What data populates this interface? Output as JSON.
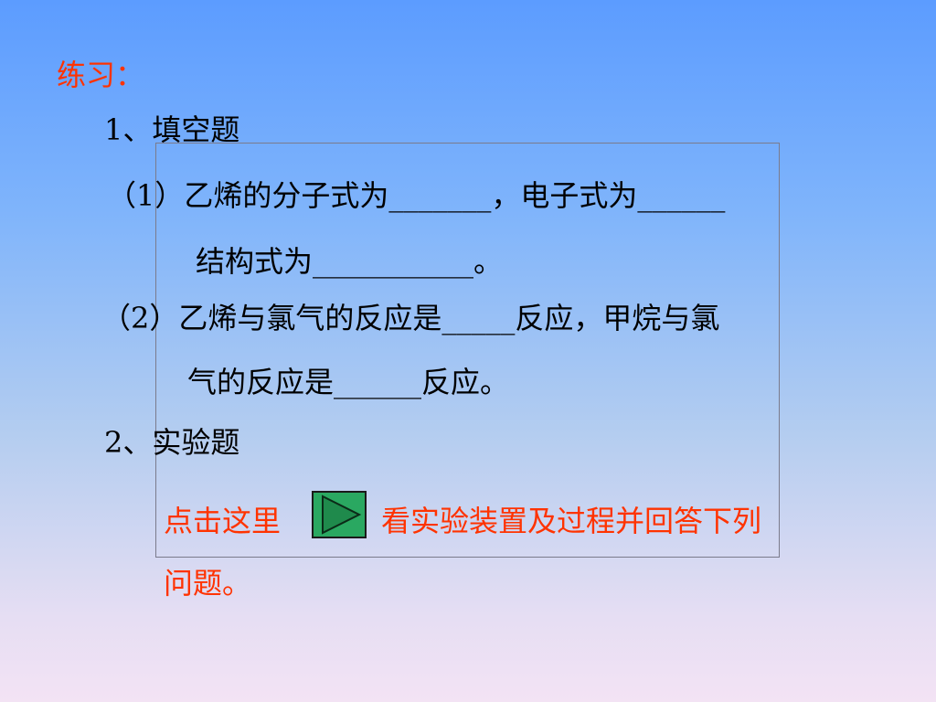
{
  "slide": {
    "heading": "练习：",
    "section1_title": "1、填空题",
    "q1_line1": "（1）乙烯的分子式为_______，电子式为______",
    "q1_line2": "结构式为___________。",
    "q2_line1": "（2）乙烯与氯气的反应是_____反应，甲烷与氯",
    "q2_line2": "气的反应是______反应。",
    "section2_title": "2、实验题",
    "link_before": "点击这里",
    "link_after": "看实验装置及过程并回答下列",
    "link_line2": "问题。",
    "play_button_icon": "play-triangle-icon"
  },
  "colors": {
    "background_top": "#5c9cff",
    "background_bottom": "#f3e3f4",
    "heading": "#ff3300",
    "body_text": "#000000",
    "link_text": "#ff3300",
    "play_button": "#2aa861"
  }
}
